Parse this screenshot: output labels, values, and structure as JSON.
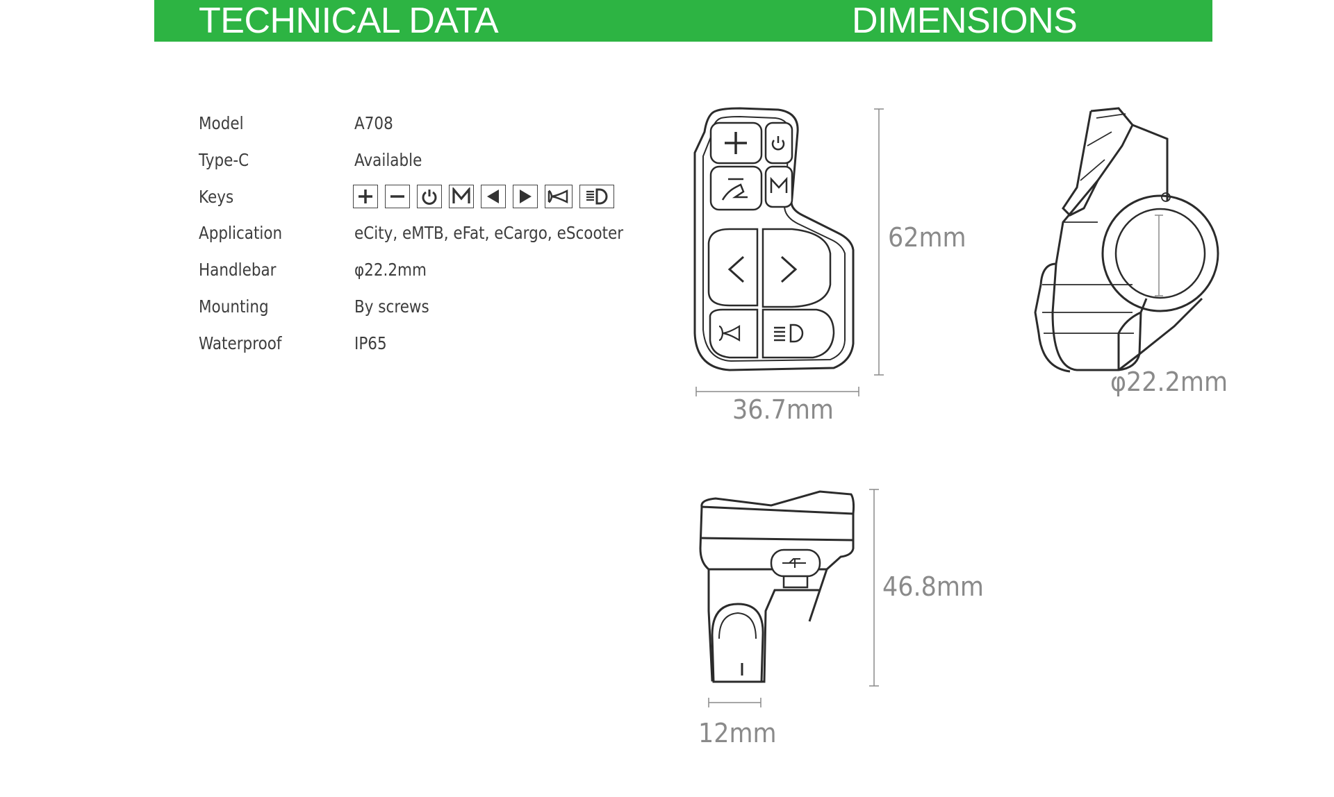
{
  "header": {
    "technical_title": "TECHNICAL DATA",
    "dimensions_title": "DIMENSIONS",
    "bar_color": "#2db443"
  },
  "specs": [
    {
      "label": "Model",
      "value": "A708"
    },
    {
      "label": "Type-C",
      "value": "Available"
    },
    {
      "label": "Keys",
      "value": ""
    },
    {
      "label": "Application",
      "value": "eCity, eMTB, eFat, eCargo, eScooter"
    },
    {
      "label": "Handlebar",
      "value": "φ22.2mm"
    },
    {
      "label": "Mounting",
      "value": "By screws"
    },
    {
      "label": "Waterproof",
      "value": "IP65"
    }
  ],
  "keys": [
    {
      "icon": "plus-icon"
    },
    {
      "icon": "minus-icon"
    },
    {
      "icon": "power-icon"
    },
    {
      "icon": "mode-m-icon"
    },
    {
      "icon": "left-arrow-icon"
    },
    {
      "icon": "right-arrow-icon"
    },
    {
      "icon": "horn-icon"
    },
    {
      "icon": "headlight-icon"
    }
  ],
  "dimensions": {
    "front_height": "62mm",
    "front_width": "36.7mm",
    "side_diameter": "φ22.2mm",
    "bottom_height": "46.8mm",
    "bottom_width": "12mm"
  }
}
